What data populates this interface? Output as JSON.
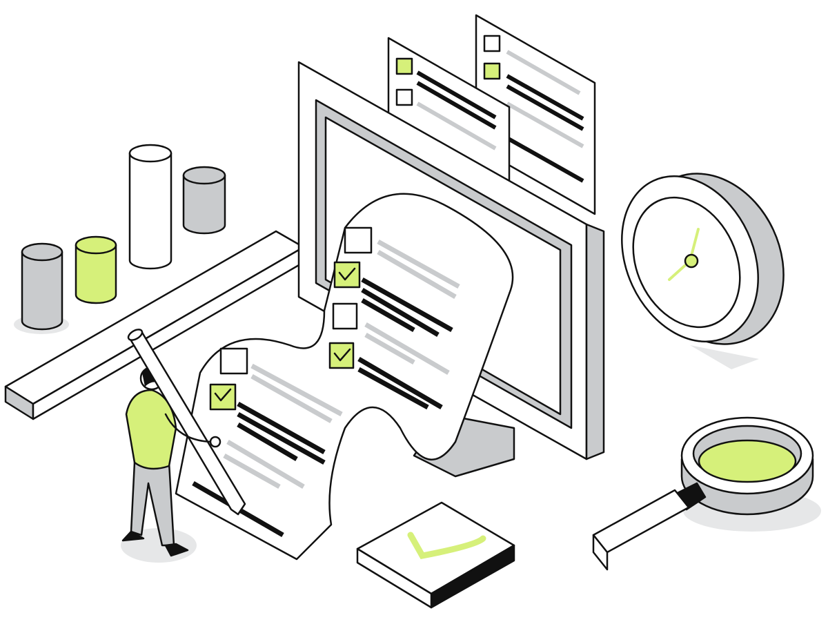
{
  "colors": {
    "accent": "#D6F07A",
    "gray": "#C9CBCD",
    "shadow": "#E6E7E8",
    "ink": "#111111",
    "paper": "#FFFFFF"
  },
  "icons": [
    "monitor",
    "checklist-document",
    "clock",
    "magnifying-glass",
    "checkmark-box",
    "ruler",
    "cylinders",
    "person-with-pencil"
  ]
}
